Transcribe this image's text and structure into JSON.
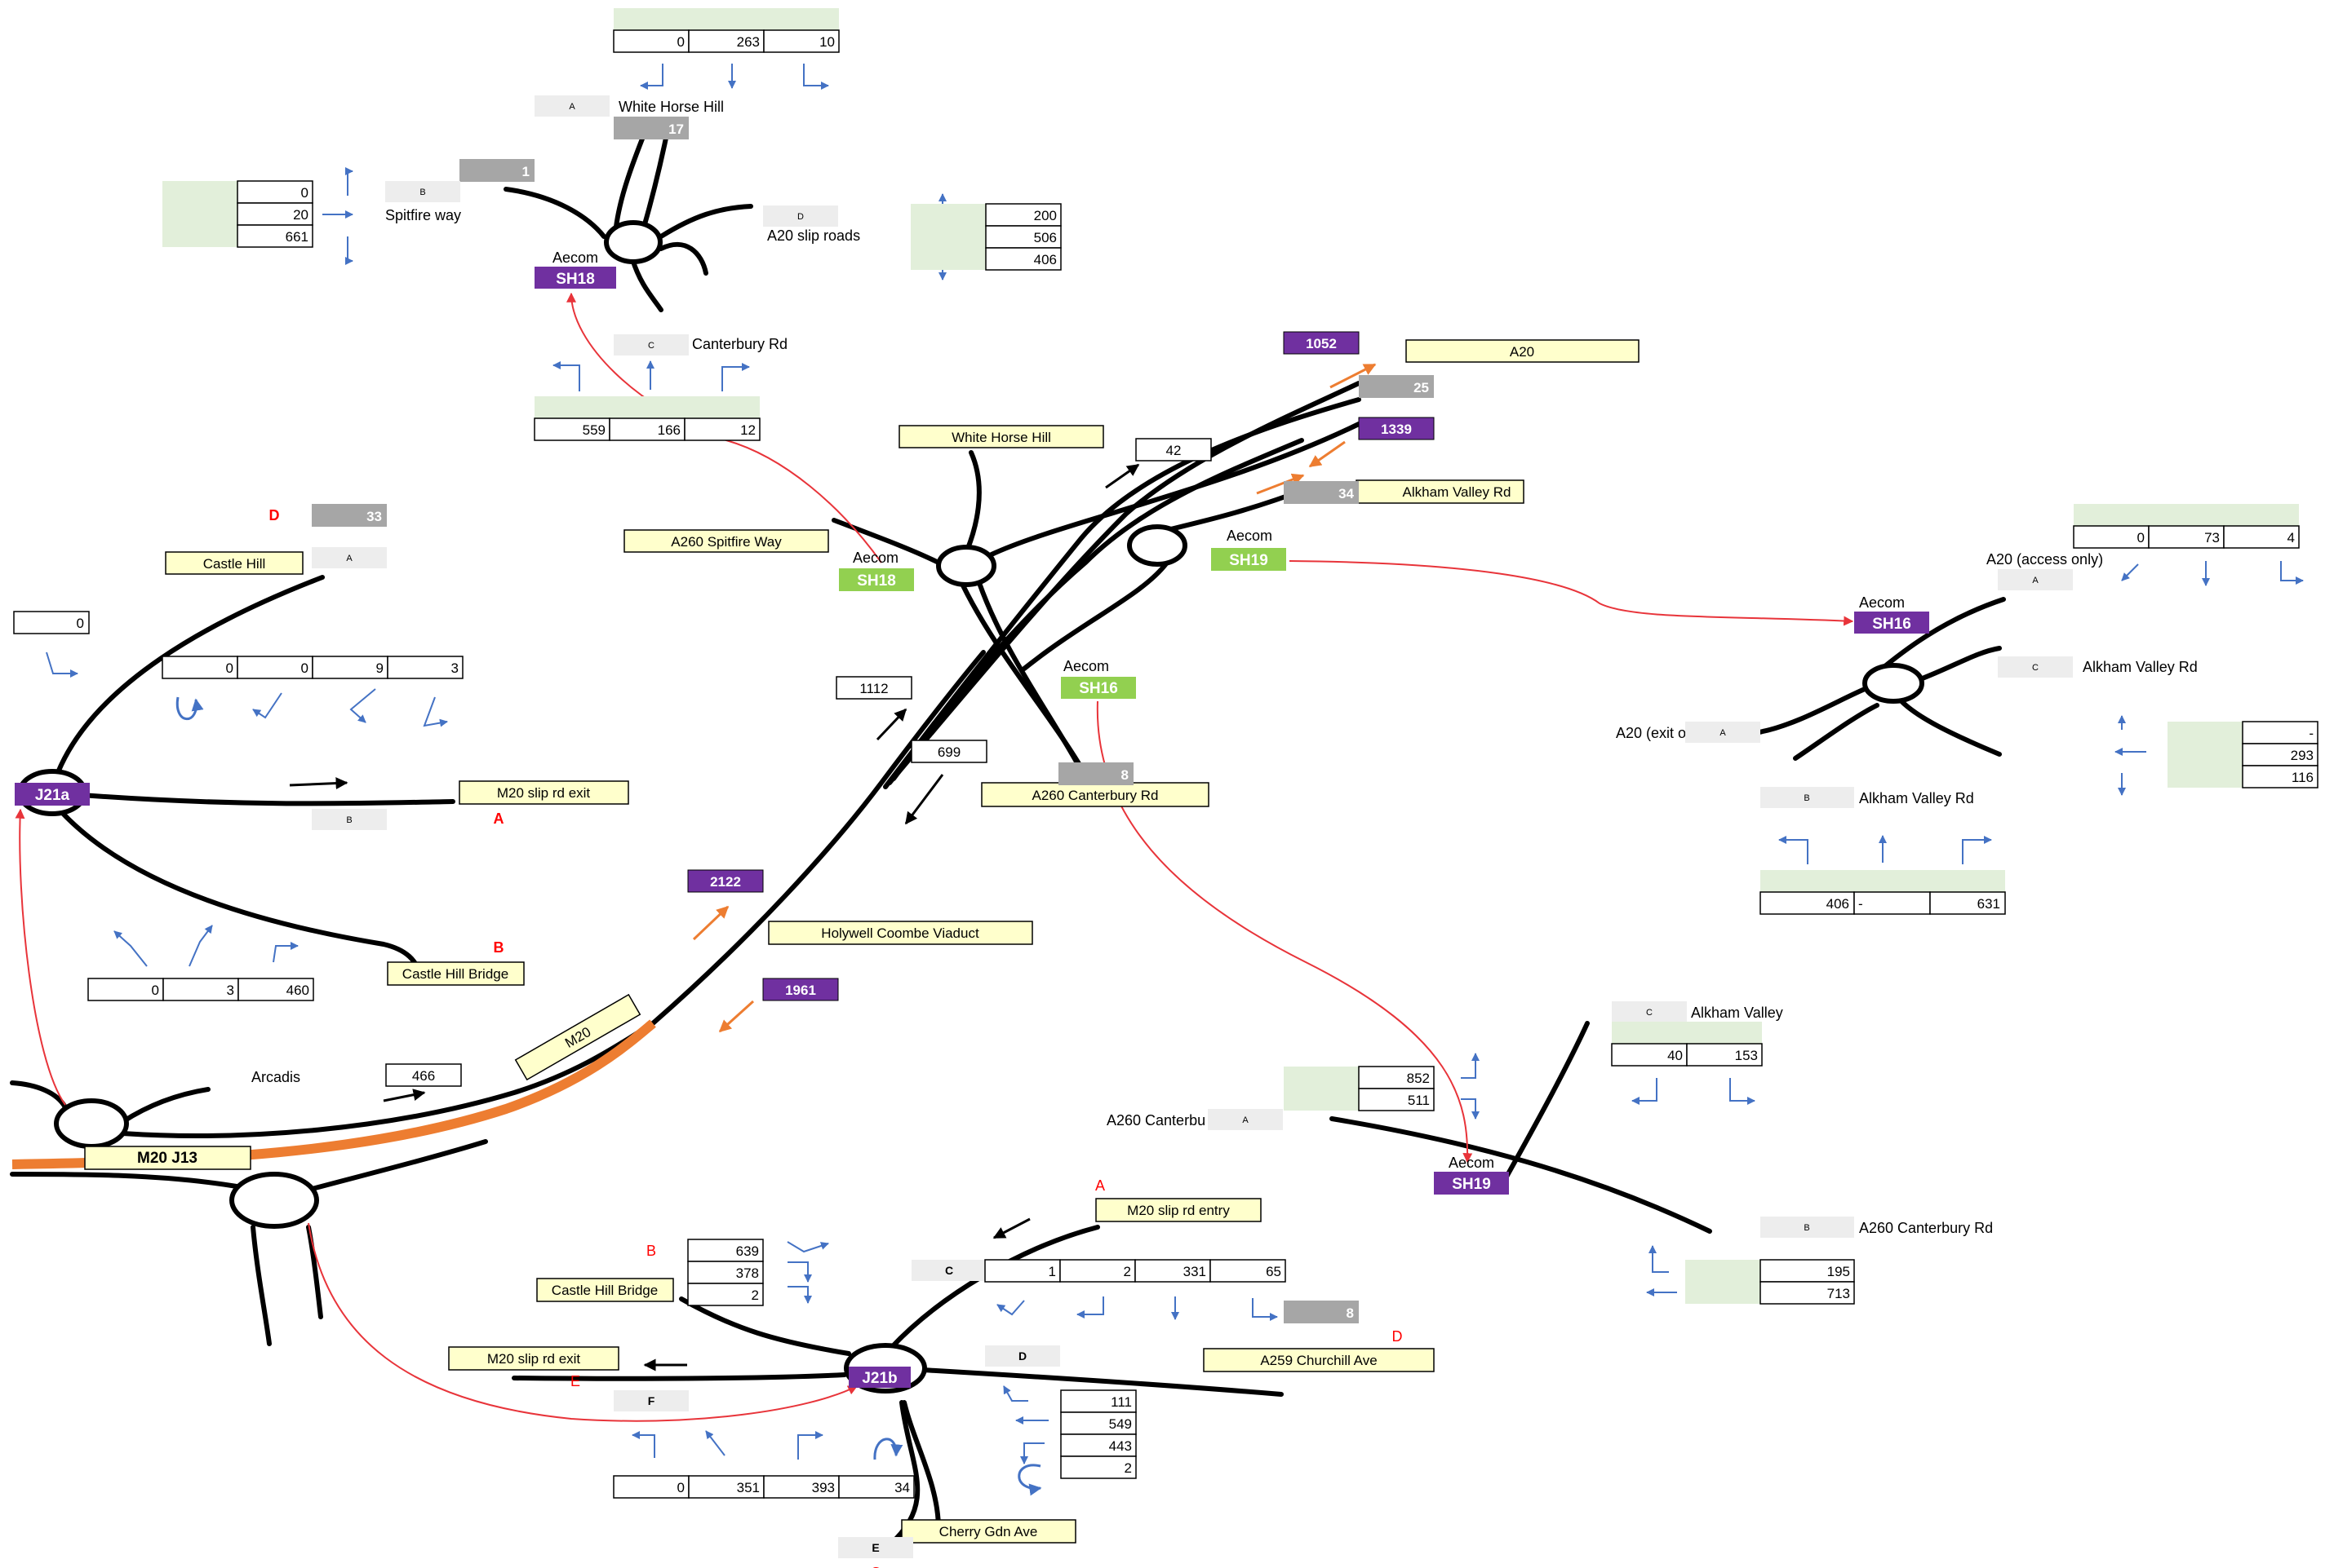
{
  "colors": {
    "road": "#000000",
    "motorway": "#ED7D31",
    "arrow_blue": "#4472C4",
    "link_red": "#E8343A",
    "label_fill": "#FFFFCC",
    "green_fill": "#E2EFDA",
    "letter_box": "#EDEDED",
    "gray_box": "#A6A6A6",
    "purple": "#7030A0",
    "green_badge": "#92D050",
    "red_text": "#FF0000"
  },
  "road_labels": {
    "castle_hill": "Castle Hill",
    "m20_exit_a": "M20 slip rd exit",
    "castle_hill_bridge_top": "Castle Hill Bridge",
    "m20_j13": "M20 J13",
    "m20": "M20",
    "a260_spitfire": "A260 Spitfire Way",
    "white_horse_hill": "White Horse Hill",
    "a20": "A20",
    "alkham_valley_rd": "Alkham Valley Rd",
    "a260_canterbury": "A260 Canterbury Rd",
    "holywell": "Holywell Coombe Viaduct",
    "m20_entry": "M20 slip rd entry",
    "castle_hill_bridge_bottom": "Castle Hill Bridge",
    "m20_exit_e": "M20 slip rd exit",
    "a259": "A259 Churchill Ave",
    "cherry": "Cherry Gdn Ave"
  },
  "plain_labels": {
    "arcadis": "Arcadis",
    "white_horse_hill_sh18": "White Horse Hill",
    "spitfire_way": "Spitfire way",
    "a20_slip": "A20 slip roads",
    "canterbury_sh18": "Canterbury Rd",
    "a20_access": "A20 (access only)",
    "alkham_c_sh16": "Alkham Valley Rd",
    "a20_exit": "A20 (exit o",
    "alkham_b_sh16": "Alkham Valley Rd",
    "alkham_valley_sh19": "Alkham Valley",
    "a260_canterbu": "A260 Canterbu",
    "a260_canterbury_b": "A260 Canterbury Rd",
    "aecom": "Aecom"
  },
  "badges": {
    "j21a": "J21a",
    "j21b": "J21b",
    "sh18_purple": "SH18",
    "sh18_green": "SH18",
    "sh19_green": "SH19",
    "sh16_green": "SH16",
    "sh16_purple": "SH16",
    "sh19_purple": "SH19"
  },
  "flows": {
    "f1052": "1052",
    "f1339": "1339",
    "f2122": "2122",
    "f1961": "1961",
    "f42": "42",
    "f1112": "1112",
    "f699": "699",
    "f466": "466",
    "f0_j21a": "0"
  },
  "gray_counts": {
    "g33": "33",
    "g17": "17",
    "g1": "1",
    "g25": "25",
    "g34": "34",
    "g8_mid": "8",
    "g8_j21b": "8"
  },
  "arm_letters": {
    "j21a_a": "A",
    "j21a_b": "B",
    "sh18_a": "A",
    "sh18_b": "B",
    "sh18_d": "D",
    "sh18_c": "C",
    "sh16_a": "A",
    "sh16_c": "C",
    "sh16_a2": "A",
    "sh16_b": "B",
    "sh19_c": "C",
    "sh19_a": "A",
    "sh19_b": "B",
    "j21b_c": "C",
    "j21b_d": "D",
    "j21b_f": "F",
    "j21b_e": "E"
  },
  "red_letters": {
    "d_castle": "D",
    "a_exit": "A",
    "b_bridge": "B",
    "a_entry": "A",
    "b_bridge2": "B",
    "d_a259": "D",
    "e_exit": "E",
    "c_cherry": "C"
  },
  "tables": {
    "j21a_a": [
      "0",
      "0",
      "9",
      "3"
    ],
    "j21a_b": [
      "0",
      "3",
      "460"
    ],
    "sh18_top": [
      "0",
      "263",
      "10"
    ],
    "sh18_left": [
      "0",
      "20",
      "661"
    ],
    "sh18_right": [
      "200",
      "506",
      "406"
    ],
    "sh18_bottom": [
      "559",
      "166",
      "12"
    ],
    "sh16_top": [
      "0",
      "73",
      "4"
    ],
    "sh16_right": [
      "-",
      "293",
      "116"
    ],
    "sh16_bottom_a": "406",
    "sh16_bottom_dash": "-",
    "sh16_bottom_b": "631",
    "sh19_c": [
      "40",
      "153"
    ],
    "sh19_a": [
      "852",
      "511"
    ],
    "sh19_b": [
      "195",
      "713"
    ],
    "j21b_b": [
      "639",
      "378",
      "2"
    ],
    "j21b_c": [
      "1",
      "2",
      "331",
      "65"
    ],
    "j21b_d": [
      "111",
      "549",
      "443",
      "2"
    ],
    "j21b_e": [
      "0",
      "351",
      "393",
      "34"
    ]
  }
}
